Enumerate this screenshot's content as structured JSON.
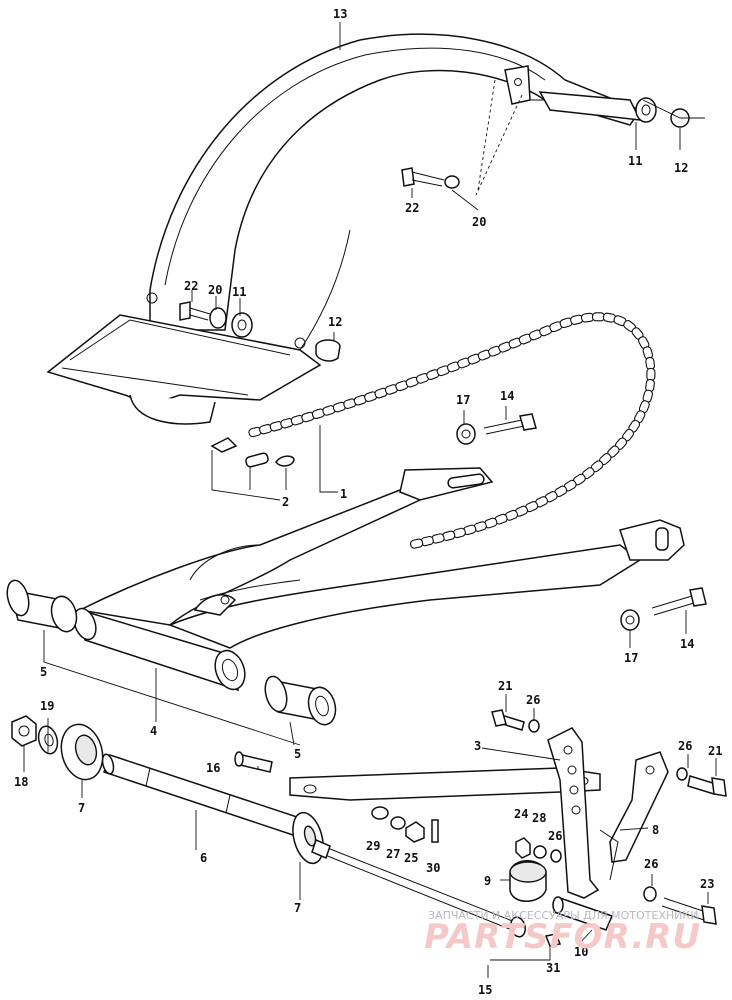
{
  "callouts": {
    "c1": "1",
    "c2": "2",
    "c3": "3",
    "c4": "4",
    "c5a": "5",
    "c5b": "5",
    "c6": "6",
    "c7a": "7",
    "c7b": "7",
    "c8": "8",
    "c9": "9",
    "c10": "10",
    "c11a": "11",
    "c11b": "11",
    "c12a": "12",
    "c12b": "12",
    "c13": "13",
    "c14a": "14",
    "c14b": "14",
    "c15": "15",
    "c16": "16",
    "c17a": "17",
    "c17b": "17",
    "c18": "18",
    "c19": "19",
    "c20a": "20",
    "c20b": "20",
    "c21a": "21",
    "c21b": "21",
    "c22a": "22",
    "c22b": "22",
    "c23": "23",
    "c24": "24",
    "c25": "25",
    "c26a": "26",
    "c26b": "26",
    "c26c": "26",
    "c26d": "26",
    "c27": "27",
    "c28": "28",
    "c29": "29",
    "c30": "30",
    "c31": "31"
  },
  "watermark": {
    "subtitle": "ЗАПЧАСТИ И АКСЕССУАРЫ ДЛЯ МОТОТЕХНИКИ",
    "logo": "PARTSFOR.RU"
  }
}
